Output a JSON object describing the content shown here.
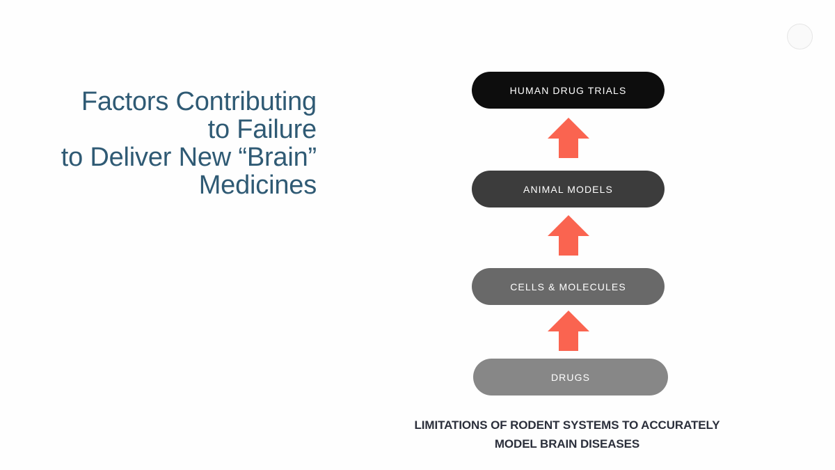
{
  "slide": {
    "background_color": "#fefefe",
    "title": {
      "color": "#2f5a74",
      "lines": [
        "Factors Contributing",
        "to Failure",
        "to Deliver New “Brain”",
        "Medicines"
      ]
    },
    "decor": {
      "corner_circle_name": "circle-decoration",
      "corner_circle_color": "#fafafa",
      "corner_circle_border": "#e6e6e6"
    },
    "diagram": {
      "name": "drug-development-stack",
      "arrow_color": "#fa6450",
      "stages": [
        {
          "label": "HUMAN DRUG TRIALS",
          "color": "#0d0d0d",
          "text_color": "#ffffff"
        },
        {
          "label": "ANIMAL MODELS",
          "color": "#3c3c3c",
          "text_color": "#ffffff"
        },
        {
          "label": "CELLS & MOLECULES",
          "color": "#696969",
          "text_color": "#ffffff"
        },
        {
          "label": "DRUGS",
          "color": "#878787",
          "text_color": "#ffffff"
        }
      ],
      "arrows": [
        {
          "name": "arrow-cells-to-animal-upper",
          "direction": "up"
        },
        {
          "name": "arrow-cells-to-animal",
          "direction": "up"
        },
        {
          "name": "arrow-drugs-to-cells",
          "direction": "up"
        }
      ]
    },
    "caption": {
      "color": "#2b2f3b",
      "lines": [
        "LIMITATIONS OF RODENT SYSTEMS TO ACCURATELY",
        "MODEL BRAIN DISEASES"
      ]
    }
  }
}
